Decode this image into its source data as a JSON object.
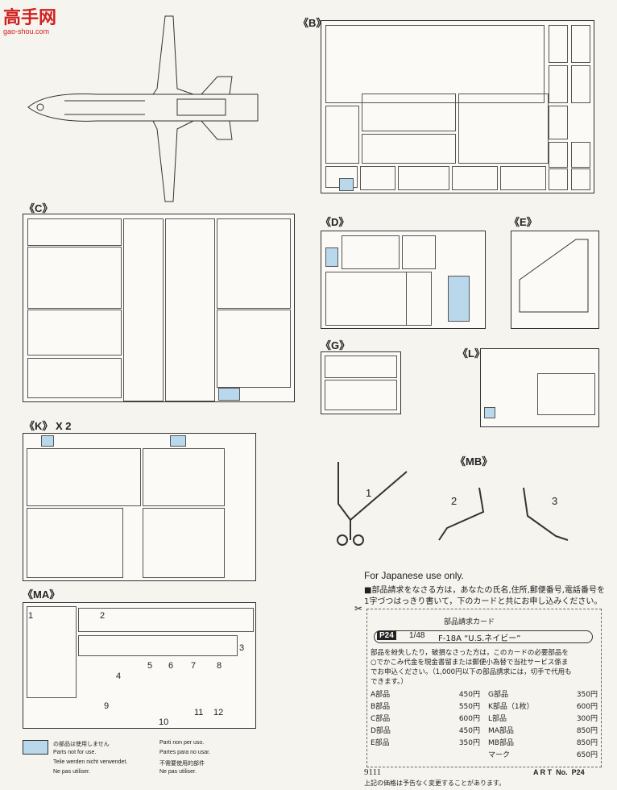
{
  "watermark": {
    "logo": "高手网",
    "url": "gao-shou.com"
  },
  "sections": {
    "B": "《B》",
    "C": "《C》",
    "D": "《D》",
    "E": "《E》",
    "G": "《G》",
    "L": "《L》",
    "K": "《K》 X 2",
    "MB": "《MB》",
    "MA": "《MA》"
  },
  "mb_labels": [
    "1",
    "2",
    "3"
  ],
  "ma_labels": [
    "1",
    "2",
    "3",
    "4",
    "5",
    "6",
    "7",
    "8",
    "9",
    "10",
    "11",
    "12"
  ],
  "japan_notice": {
    "heading": "For Japanese use only.",
    "line1": "■部品請求をなさる方は，あなたの氏名,住所,郵便番号,電話番号を",
    "line2": "1字づつはっきり書いて，下のカードと共にお申し込みください。"
  },
  "card": {
    "title": "部品請求カード",
    "code": "P24",
    "scale": "1/48",
    "model": "F-18A “U.S.ネイビー”",
    "text1": "部品を紛失したり，破損なさった方は，このカードの必要部品を",
    "text2": "○でかこみ代金を現金書留または郵便小為替で当社サービス係ま",
    "text3": "でお申込ください。（1,000円以下の部品請求には，切手で代用も",
    "text4": "できます。）",
    "left_items": [
      {
        "name": "A部品",
        "price": "450円"
      },
      {
        "name": "B部品",
        "price": "550円"
      },
      {
        "name": "C部品",
        "price": "600円"
      },
      {
        "name": "D部品",
        "price": "450円"
      },
      {
        "name": "E部品",
        "price": "350円"
      }
    ],
    "right_items": [
      {
        "name": "G部品",
        "price": "350円"
      },
      {
        "name": "K部品（1枚）",
        "price": "600円"
      },
      {
        "name": "L部品",
        "price": "300円"
      },
      {
        "name": "MA部品",
        "price": "850円"
      },
      {
        "name": "MB部品",
        "price": "850円"
      },
      {
        "name": "マーク",
        "price": "650円"
      }
    ],
    "number": "9111",
    "art_no": "A R T  No.  P24",
    "footer": "上記の価格は予告なく変更することがあります。"
  },
  "legend": {
    "jp": "の部品は使用しません",
    "en": "Parts not for use.",
    "de": "Teile werden nicht verwendet.",
    "fr": "Ne pas utiliser.",
    "it": "Parti non per uso.",
    "es": "Partes para no usar.",
    "cn": "不需要使用的部件",
    "fr2": "Ne pas utiliser."
  }
}
